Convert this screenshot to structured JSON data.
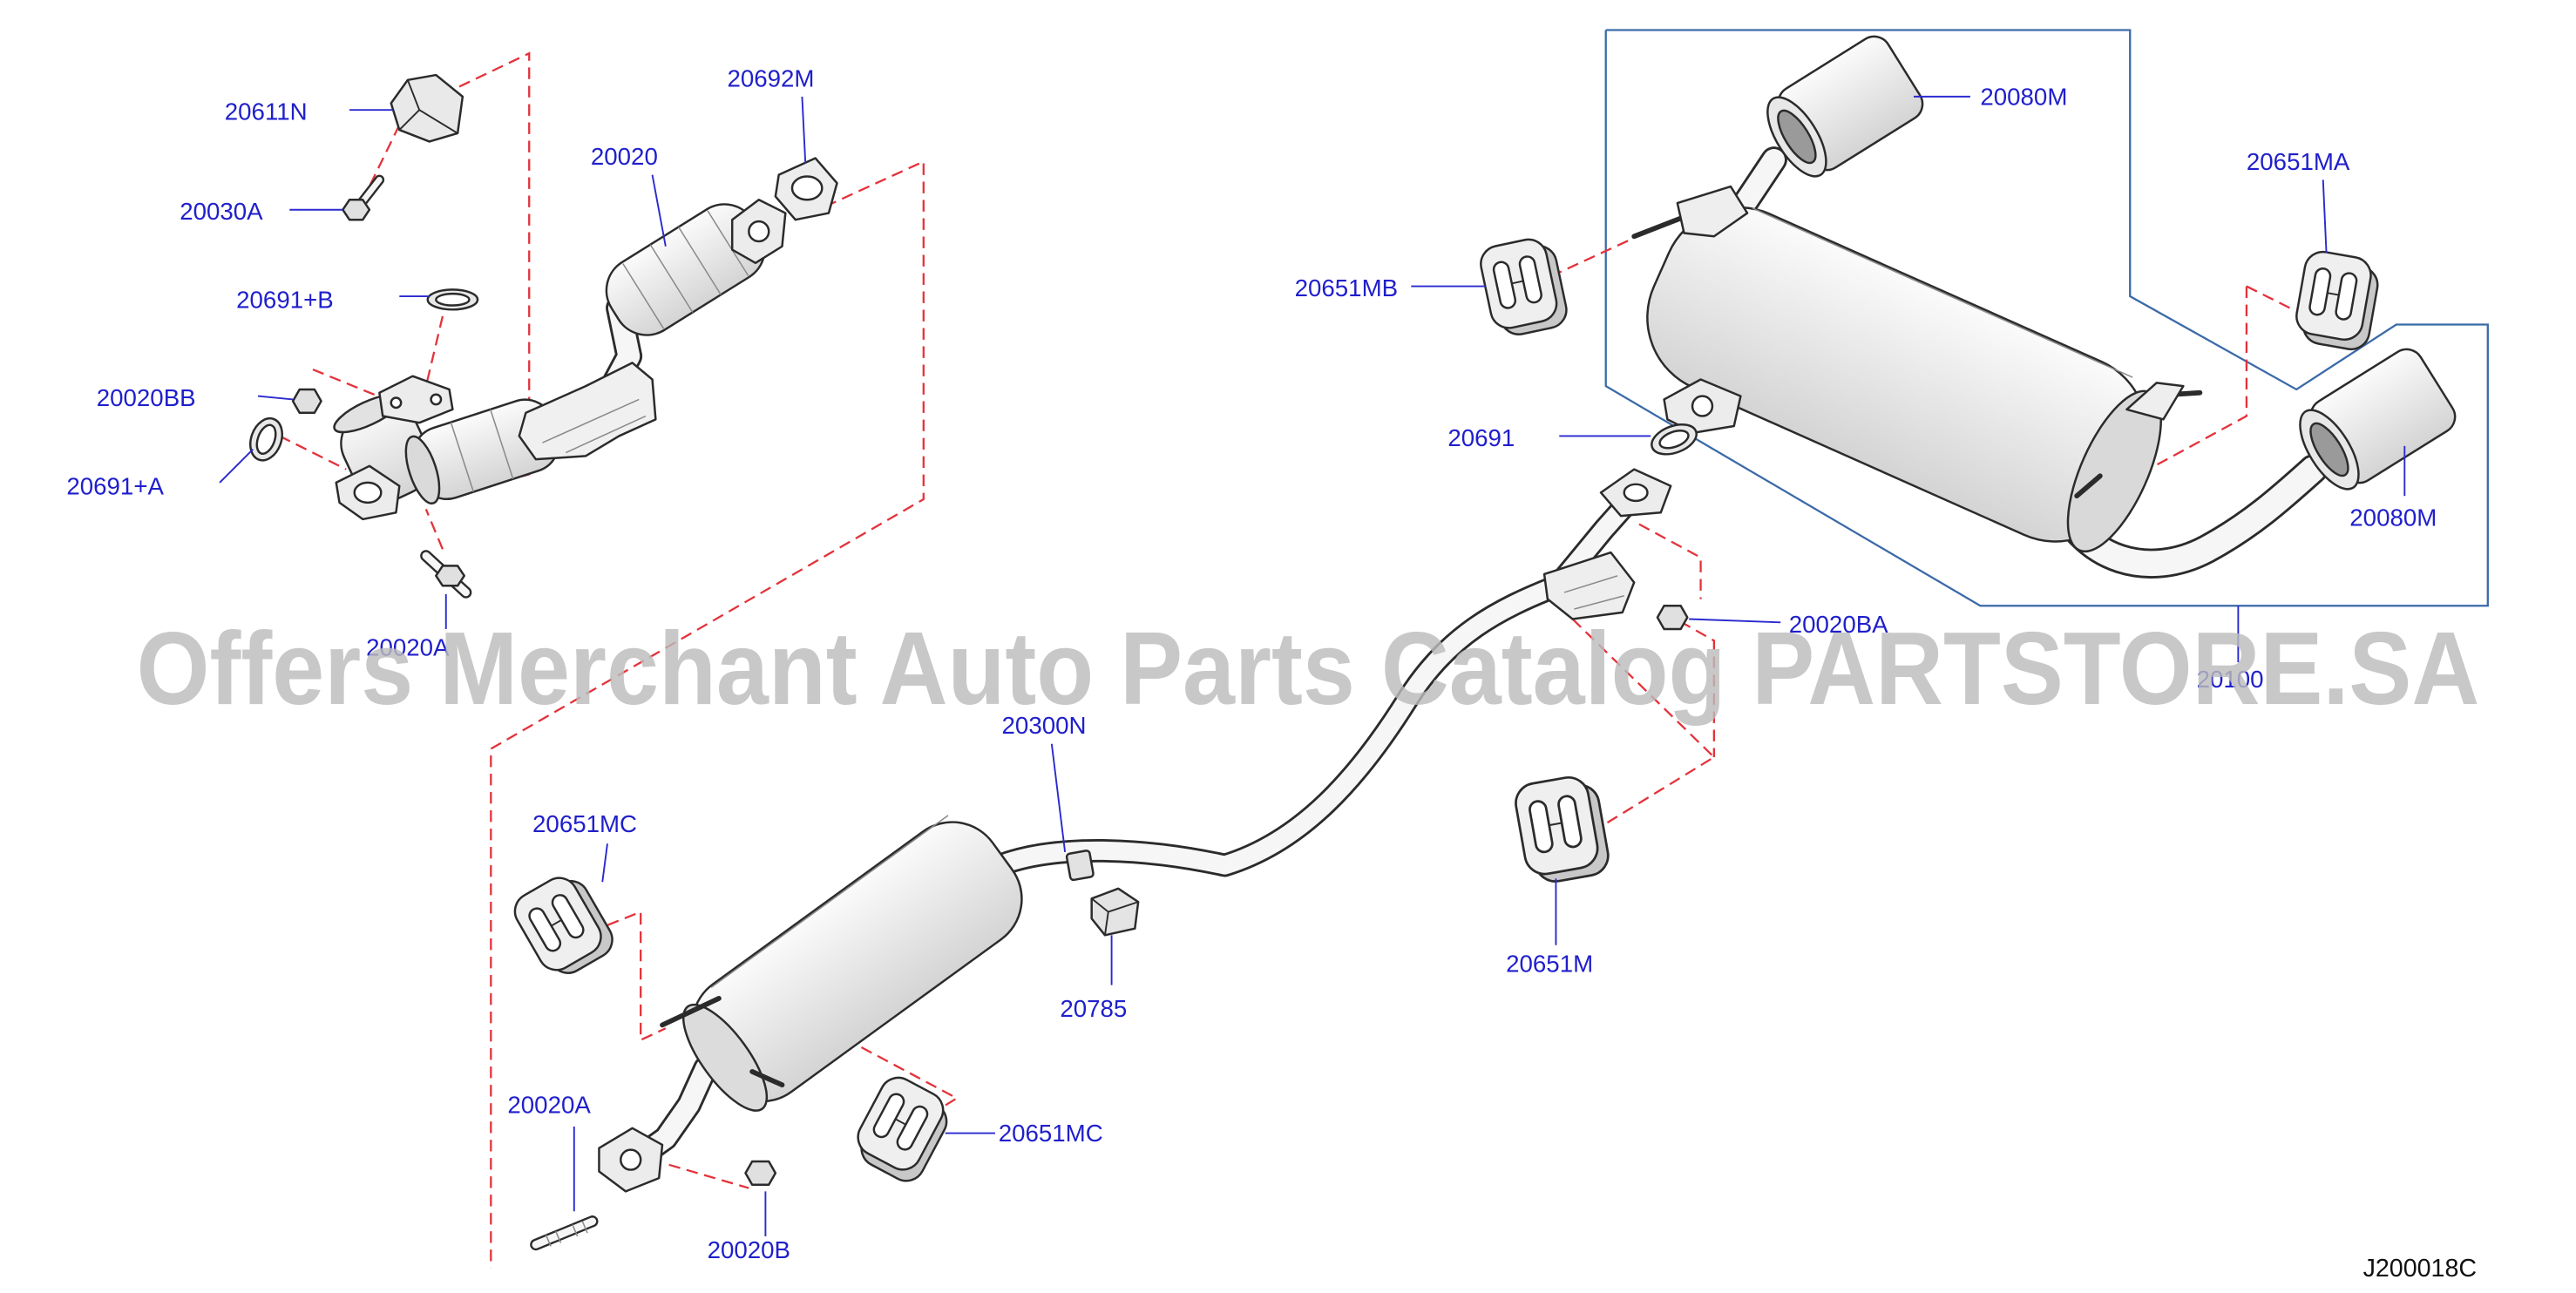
{
  "diagram_code": "J200018C",
  "watermark": "Offers Merchant Auto Parts Catalog PARTSTORE.SA",
  "callouts": [
    "20611N",
    "20030A",
    "20691+B",
    "20020BB",
    "20691+A",
    "20020A",
    "20020",
    "20692M",
    "20080M",
    "20651MA",
    "20651MB",
    "20691",
    "20080M",
    "20020BA",
    "20100",
    "20300N",
    "20651MC",
    "20785",
    "20651M",
    "20651MC",
    "20020A",
    "20020B"
  ],
  "colors": {
    "callout": "#1f1fcc",
    "leader": "#2a2ad0",
    "phantom_line": "#e4323a",
    "assembly_outline": "#3b6aa8",
    "part_line": "#2b2b2b",
    "watermark": "#bcbcbc"
  }
}
